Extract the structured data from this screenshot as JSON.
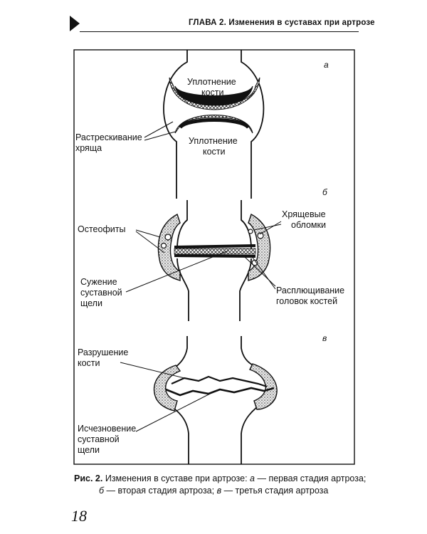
{
  "header": {
    "title": "ГЛАВА 2. Изменения в суставах при артрозе"
  },
  "figure": {
    "panel_a": {
      "letter": "а",
      "labels": {
        "upper_bone_line1": "Уплотнение",
        "upper_bone_line2": "кости",
        "lower_bone_line1": "Уплотнение",
        "lower_bone_line2": "кости",
        "cartilage_crack_line1": "Растрескивание",
        "cartilage_crack_line2": "хряща"
      }
    },
    "panel_b": {
      "letter": "б",
      "labels": {
        "osteophytes": "Остеофиты",
        "cartilage_fragments_line1": "Хрящевые",
        "cartilage_fragments_line2": "обломки",
        "narrowing_line1": "Сужение",
        "narrowing_line2": "суставной",
        "narrowing_line3": "щели",
        "flattening_line1": "Расплющивание",
        "flattening_line2": "головок костей"
      }
    },
    "panel_c": {
      "letter": "в",
      "labels": {
        "bone_destruction_line1": "Разрушение",
        "bone_destruction_line2": "кости",
        "disappearance_line1": "Исчезновение",
        "disappearance_line2": "суставной",
        "disappearance_line3": "щели"
      }
    }
  },
  "caption": {
    "fig_label": "Рис. 2.",
    "line1_text": " Изменения в суставе при артрозе: ",
    "a_letter": "а",
    "a_text": " — первая стадия артроза;",
    "b_letter": "б",
    "b_text": " — вторая стадия артроза; ",
    "c_letter": "в",
    "c_text": " — третья стадия артроза"
  },
  "page_number": "18"
}
